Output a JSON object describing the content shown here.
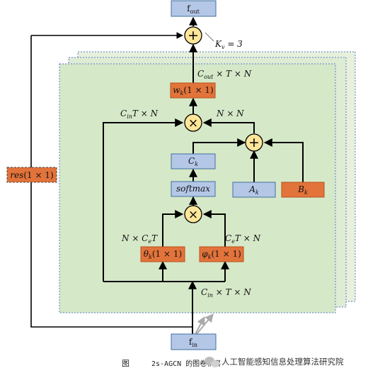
{
  "nodes": {
    "f_out": {
      "main": "f",
      "sub": "out"
    },
    "f_in": {
      "main": "f",
      "sub": "in"
    },
    "w_k": {
      "main": "w",
      "sub": "k",
      "rest": "(1 × 1)"
    },
    "C_k": {
      "main": "C",
      "sub": "k"
    },
    "softmax": {
      "main": "softmax"
    },
    "A_k": {
      "main": "A",
      "sub": "k"
    },
    "B_k": {
      "main": "B",
      "sub": "k"
    },
    "theta_k": {
      "main": "θ",
      "sub": "k",
      "rest": "(1 × 1)"
    },
    "phi_k": {
      "main": "φ",
      "sub": "k",
      "rest": "(1 × 1)"
    },
    "res": {
      "main": "res",
      "rest": "(1 × 1)"
    }
  },
  "labels": {
    "kv": {
      "main": "K",
      "sub": "v",
      "rest": " = 3"
    },
    "cout_t_n": {
      "main": "C",
      "sub": "out",
      "rest": " × T × N"
    },
    "cin_t_n_top": {
      "main": "C",
      "sub": "in",
      "rest": "T × N"
    },
    "n_n": {
      "main": "N × N"
    },
    "n_ce_t": {
      "pre": "N × C",
      "sub": "e",
      "rest": "T"
    },
    "ce_t_n": {
      "main": "C",
      "sub": "e",
      "rest": "T × N"
    },
    "cin_t_n_bottom": {
      "main": "C",
      "sub": "in",
      "rest": " × T × N"
    }
  },
  "ops": {
    "add": "+",
    "multiply": "×"
  },
  "caption": {
    "fig": "图",
    "title": "2s-AGCN 的图卷积层"
  },
  "watermark": "人工智能感知信息处理算法研究院",
  "colors": {
    "blue_box": "#b4c7e7",
    "orange_box": "#e2733a",
    "op_fill": "#ffe699",
    "green_panel": "#d5e8c8",
    "panel_border": "#5b7fc4"
  }
}
